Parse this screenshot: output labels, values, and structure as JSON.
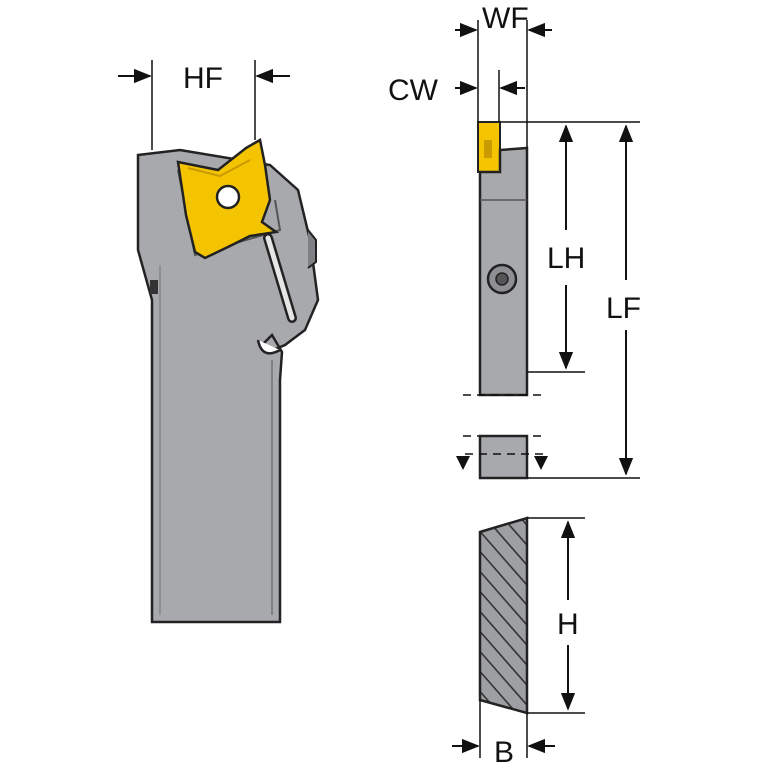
{
  "labels": {
    "hf": "HF",
    "wf": "WF",
    "cw": "CW",
    "lh": "LH",
    "lf": "LF",
    "h": "H",
    "b": "B"
  },
  "colors": {
    "holder": "#a7a9ac",
    "holder_dark": "#7e8083",
    "insert": "#f5c400",
    "insert_dark": "#c99b00",
    "line": "#111111",
    "section_fill": "#9d9fa2"
  }
}
